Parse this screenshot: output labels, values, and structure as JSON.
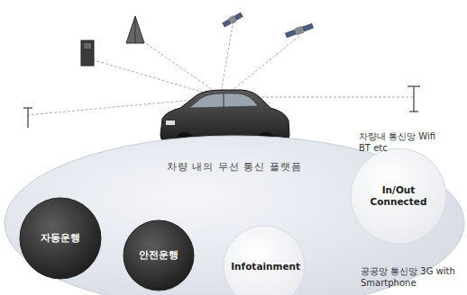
{
  "diagram": {
    "nodes": [
      {
        "text": [
          "차량 내의 무선 통신 플랫폼"
        ]
      },
      {
        "text": [
          "자동운행"
        ],
        "in": 0
      },
      {
        "text": [
          "안전운행"
        ],
        "in": 0
      },
      {
        "text": [
          "Infotainment"
        ],
        "in": 0
      },
      {
        "text": [
          "In/Out Connected"
        ],
        "in": 0
      }
    ],
    "labels": [
      "차량내 통신망 Wifi BT etc",
      "공공망 통신망 3G with Smartphone"
    ]
  }
}
